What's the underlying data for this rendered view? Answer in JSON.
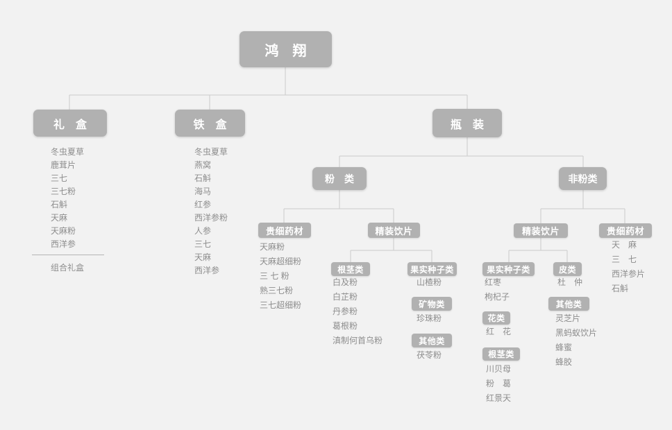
{
  "colors": {
    "background": "#f2f2f2",
    "node_fill": "#b1b1b1",
    "node_text": "#ffffff",
    "item_text": "#8d8d8d",
    "line": "#cbcbcb",
    "divider": "#b5b5b5"
  },
  "tree": {
    "root": "鸿　翔",
    "gift_box": {
      "label": "礼　盒",
      "items": [
        "冬虫夏草",
        "鹿茸片",
        "三七",
        "三七粉",
        "石斛",
        "天麻",
        "天麻粉",
        "西洋参"
      ],
      "combo": "组合礼盒"
    },
    "tin_box": {
      "label": "铁　盒",
      "items": [
        "冬虫夏草",
        "燕窝",
        "石斛",
        "海马",
        "红参",
        "西洋参粉",
        "人参",
        "三七",
        "天麻",
        "西洋参"
      ]
    },
    "bottled": {
      "label": "瓶　装",
      "powder": {
        "label": "粉　类",
        "precious": {
          "label": "贵细药材",
          "items": [
            "天麻粉",
            "天麻超细粉",
            "三 七 粉",
            "熟三七粉",
            "三七超细粉"
          ]
        },
        "premium": {
          "label": "精装饮片",
          "root_stem": {
            "label": "根茎类",
            "items": [
              "白及粉",
              "白芷粉",
              "丹参粉",
              "葛根粉",
              "滇制何首乌粉"
            ]
          },
          "fruit_seed": {
            "label": "果实种子类",
            "items": [
              "山楂粉"
            ]
          },
          "mineral": {
            "label": "矿物类",
            "items": [
              "珍珠粉"
            ]
          },
          "other": {
            "label": "其他类",
            "items": [
              "茯苓粉"
            ]
          }
        }
      },
      "non_powder": {
        "label": "非粉类",
        "premium": {
          "label": "精装饮片",
          "fruit_seed": {
            "label": "果实种子类",
            "items": [
              "红枣",
              "枸杞子"
            ]
          },
          "flower": {
            "label": "花类",
            "items": [
              "红　花"
            ]
          },
          "root_stem": {
            "label": "根茎类",
            "items": [
              "川贝母",
              "粉　葛",
              "红景天"
            ]
          },
          "bark": {
            "label": "皮类",
            "items": [
              "杜　仲"
            ]
          },
          "other": {
            "label": "其他类",
            "items": [
              "灵芝片",
              "黑蚂蚁饮片",
              "蜂蜜",
              "蜂胶"
            ]
          }
        },
        "precious": {
          "label": "贵细药材",
          "items": [
            "天　麻",
            "三　七",
            "西洋参片",
            "石斛"
          ]
        }
      }
    }
  }
}
